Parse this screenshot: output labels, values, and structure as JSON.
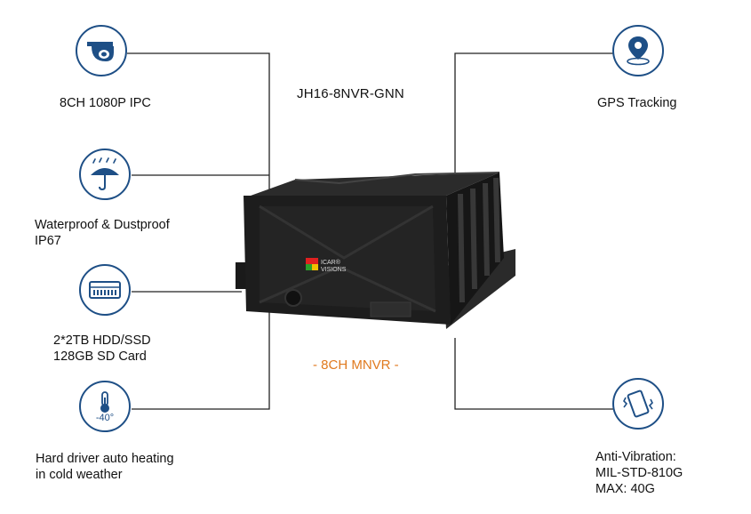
{
  "product": {
    "model": "JH16-8NVR-GNN",
    "subtitle": "- 8CH MNVR -",
    "logo_text": "ICAR® VISIONS"
  },
  "features_left": [
    {
      "icon": "dome-camera-icon",
      "label": "8CH 1080P IPC"
    },
    {
      "icon": "umbrella-rain-icon",
      "label_line1": "Waterproof & Dustproof",
      "label_line2": "IP67"
    },
    {
      "icon": "hard-drive-icon",
      "label_line1": "2*2TB HDD/SSD",
      "label_line2": "128GB SD Card"
    },
    {
      "icon": "thermometer-icon",
      "icon_text": "-40°",
      "label_line1": "Hard driver auto heating",
      "label_line2": "in cold weather"
    }
  ],
  "features_right": [
    {
      "icon": "map-pin-icon",
      "label": "GPS Tracking"
    },
    {
      "icon": "vibrating-phone-icon",
      "label_line1": "Anti-Vibration:",
      "label_line2": "MIL-STD-810G",
      "label_line3": "MAX: 40G"
    }
  ],
  "colors": {
    "icon_blue": "#1e4f86",
    "accent_orange": "#e07a1f",
    "line": "#222222",
    "device": "#1b1b1b"
  }
}
